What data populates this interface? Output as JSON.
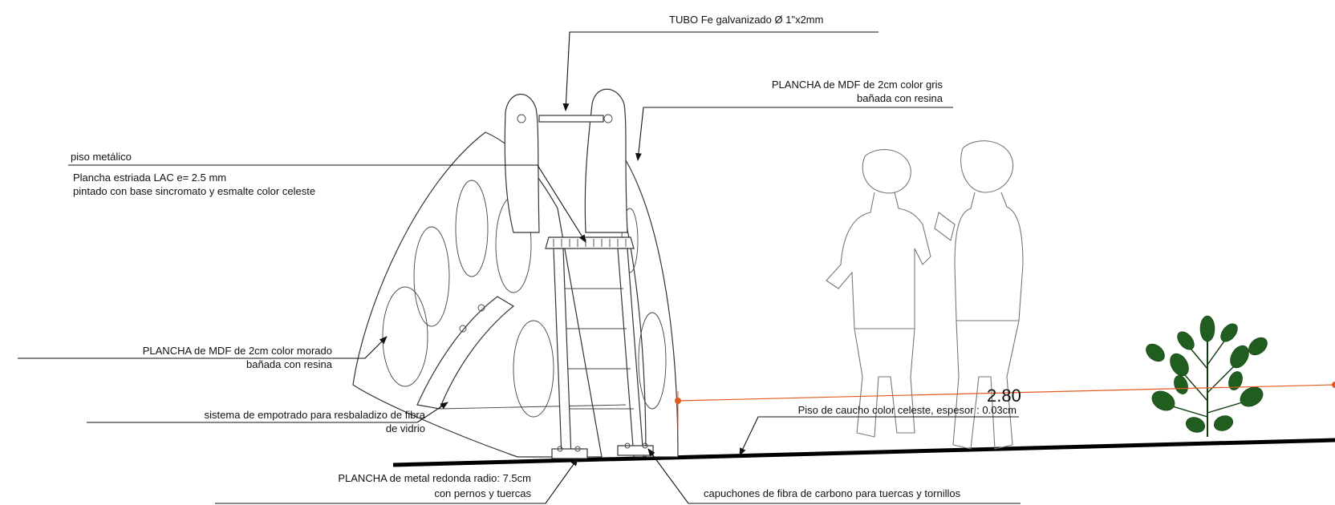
{
  "annotations": {
    "tubo": "TUBO Fe galvanizado  Ø  1\"x2mm",
    "plancha_gris_1": "PLANCHA de MDF de 2cm color gris",
    "plancha_gris_2": "bañada con resina",
    "piso_metalico": "piso metálico",
    "plancha_estriada_1": "Plancha estriada LAC e= 2.5 mm",
    "plancha_estriada_2": "pintado con base sincromato y esmalte color celeste",
    "plancha_morado_1": "PLANCHA de MDF de 2cm color morado",
    "plancha_morado_2": "bañada con resina",
    "empotrado_1": "sistema de empotrado para resbaladizo de fibra",
    "empotrado_2": "de vidrio",
    "piso_caucho": "Piso de caucho color celeste, espesor : 0.03cm",
    "dimension": "2.80",
    "plancha_metal_1": "PLANCHA de metal redonda radio: 7.5cm",
    "plancha_metal_2": "con pernos y tuercas",
    "capuchones": "capuchones de fibra de carbono para tuercas y tornillos"
  },
  "colors": {
    "line": "#111111",
    "dimension_line": "#e05a1e",
    "ground": "#000000",
    "plant": "#1f5e1f"
  }
}
